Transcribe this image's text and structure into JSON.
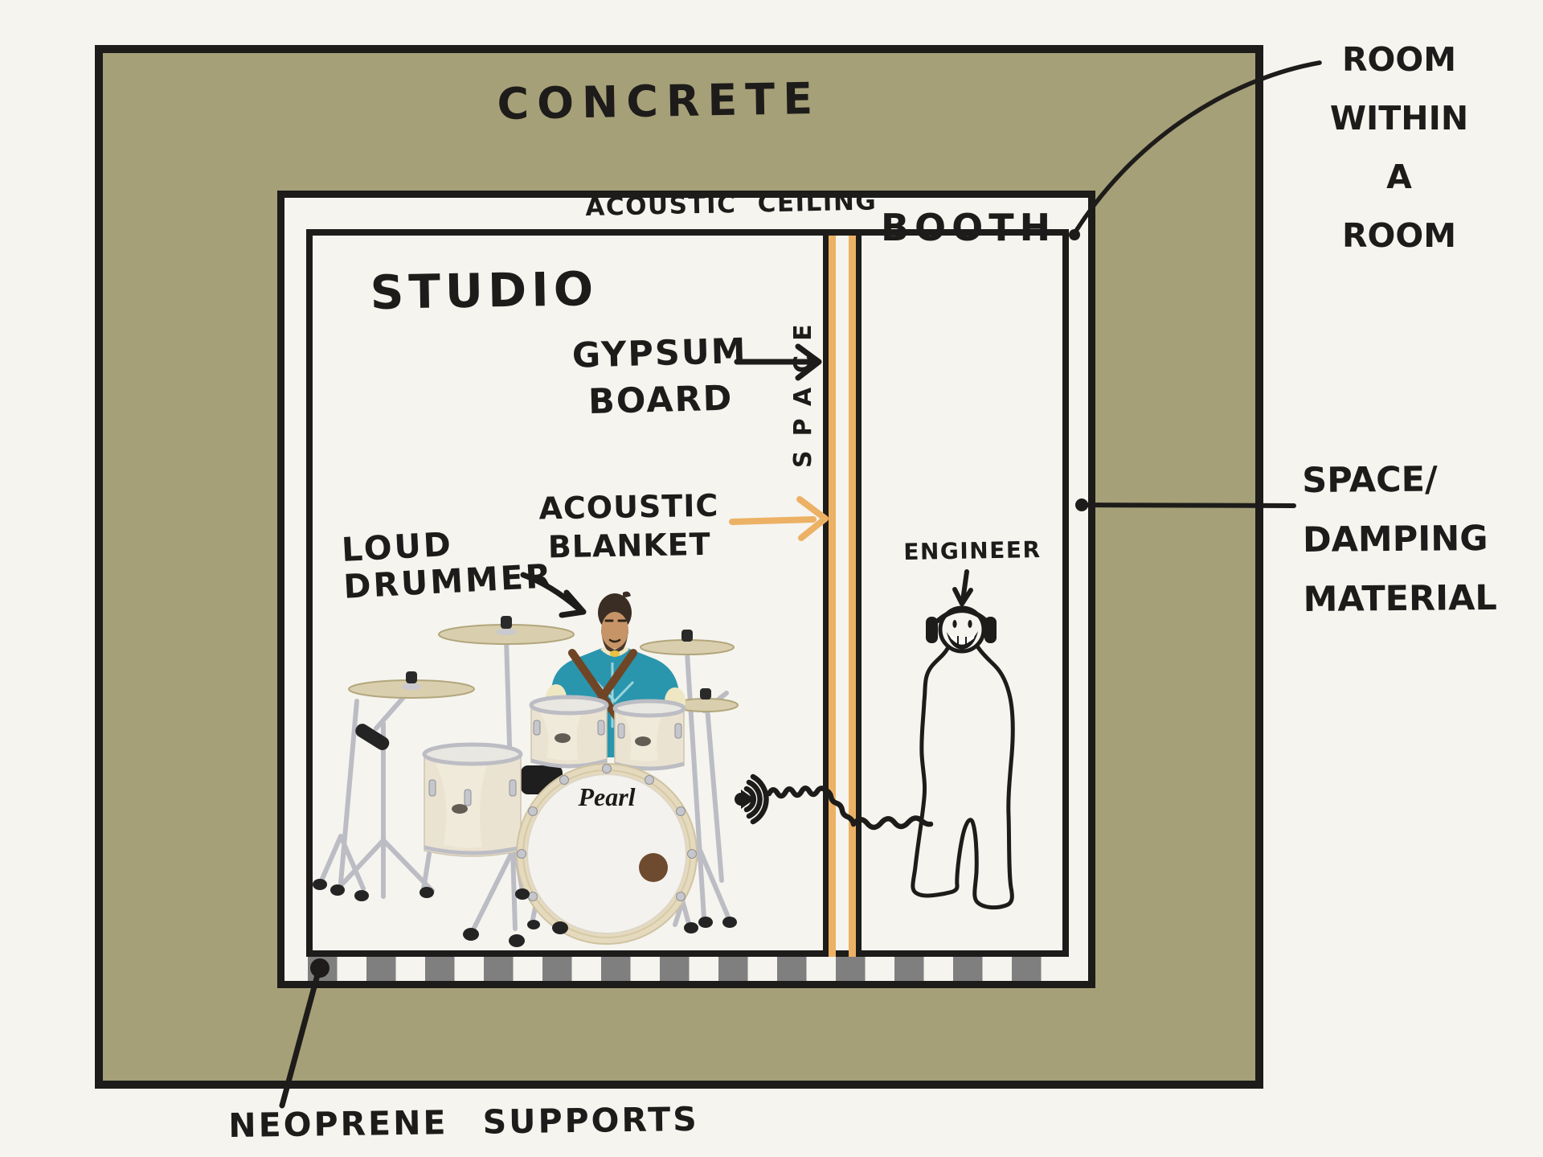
{
  "title": "Room within a room acoustic isolation diagram",
  "labels": {
    "concrete": "CONCRETE",
    "acoustic_ceiling": "ACOUSTIC CEILING",
    "studio": "STUDIO",
    "booth": "BOOTH",
    "gypsum_board": "GYPSUM\nBOARD",
    "acoustic_blanket": "ACOUSTIC\nBLANKET",
    "loud_drummer": "LOUD\nDRUMMER",
    "engineer": "ENGINEER",
    "space_vertical": "SPACE",
    "room_within_a_room": "ROOM\nWITHIN\nA\nROOM",
    "space_damping_material": "SPACE/\nDAMPING\nMATERIAL",
    "neoprene_supports": "NEOPRENE SUPPORTS",
    "pearl_logo": "Pearl"
  },
  "icons": {
    "sound_icon": "concentric-sound-arcs",
    "leader_dots": "filled-dot-endpoints",
    "arrows": "hand-drawn-arrows"
  },
  "colors": {
    "paper": "#f5f4ef",
    "ink": "#1d1c1a",
    "olive": "#a6a078",
    "orange": "#ecb164",
    "checker_gray": "#7f7f7f",
    "chrome": "#bcbdc4",
    "cymbal": "#d9cfae",
    "shell": "#ebe3d1",
    "teal": "#2a96ad",
    "strap": "#6f4526",
    "skin": "#c79467",
    "hair": "#3a2d24",
    "beard": "#4b3827",
    "bass_hoop": "#e5dabe",
    "bass_head": "#f4f2ee",
    "port": "#6e4a2f",
    "cream": "#efe7c3"
  }
}
